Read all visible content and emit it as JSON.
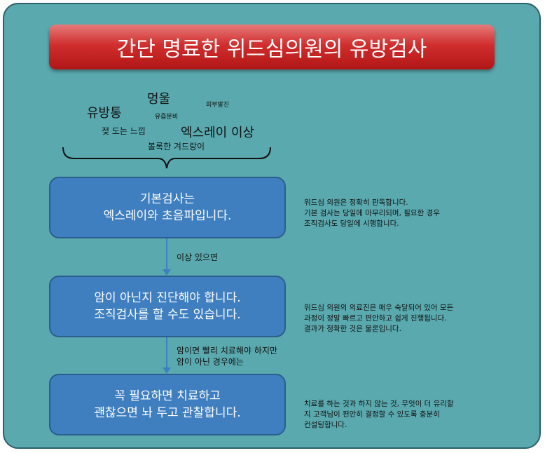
{
  "title": "간단 명료한 위드심의원의 유방검사",
  "symptoms": {
    "item1": "멍울",
    "item2": "피부발진",
    "item3": "유방통",
    "item4": "유즙분비",
    "item5": "젖 도는 느낌",
    "item6": "엑스레이 이상",
    "item7": "볼록한 겨드랑이"
  },
  "steps": [
    {
      "line1": "기본검사는",
      "line2": "엑스레이와 초음파입니다."
    },
    {
      "line1": "암이 아닌지 진단해야 합니다.",
      "line2": "조직검사를 할 수도 있습니다."
    },
    {
      "line1": "꼭 필요하면 치료하고",
      "line2": "괜찮으면 놔 두고 관찰합니다."
    }
  ],
  "connectors": [
    {
      "line1": "이상 있으면"
    },
    {
      "line1": "암이면 빨리 치료해야 하지만",
      "line2": "암이 아닌 경우에는"
    }
  ],
  "notes": [
    {
      "line1": "위드심 의원은 정확히 판독합니다.",
      "line2": "기본 검사는 당일에 마무리되며, 필요한 경우",
      "line3": "조직검사도 당일에 시행합니다."
    },
    {
      "line1": "위드심 의원의 의료진은 매우 숙달되어 있어 모든",
      "line2": "과정이 정말 빠르고 편안하고 쉽게 진행됩니다.",
      "line3": "결과가 정확한 것은 물론입니다."
    },
    {
      "line1": "치료를 하는 것과 하지 않는 것, 무엇이 더 유리할",
      "line2": "지 고객님이 편안히 결정할 수 있도록 충분히",
      "line3": "컨설팅합니다."
    }
  ]
}
